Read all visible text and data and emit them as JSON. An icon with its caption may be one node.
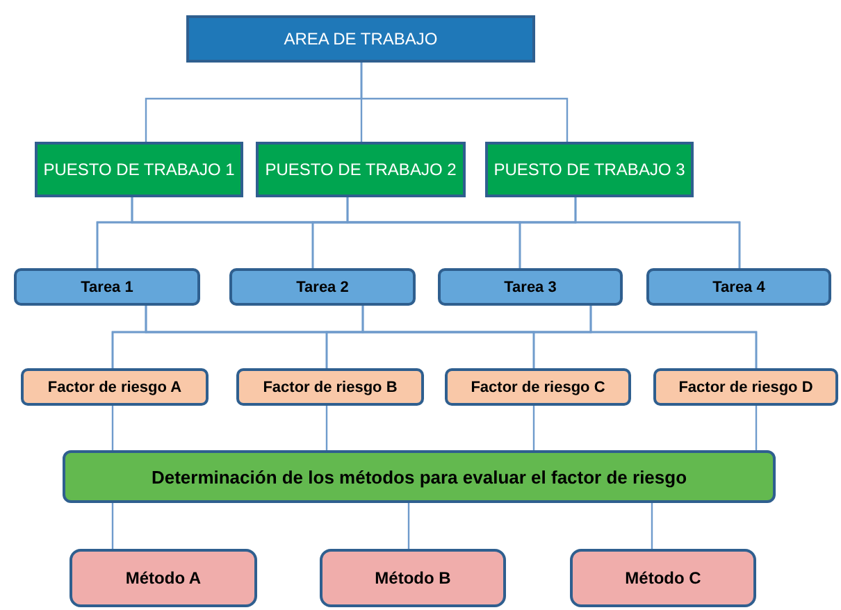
{
  "diagram": {
    "nodes": [
      {
        "text": [
          "AREA DE TRABAJO"
        ]
      },
      {
        "text": [
          "PUESTO DE TRABAJO 1"
        ]
      },
      {
        "text": [
          "PUESTO DE TRABAJO 2"
        ]
      },
      {
        "text": [
          "PUESTO DE TRABAJO 3"
        ]
      },
      {
        "text": [
          "Tarea 1"
        ]
      },
      {
        "text": [
          "Tarea 2"
        ]
      },
      {
        "text": [
          "Tarea 3"
        ]
      },
      {
        "text": [
          "Tarea 4"
        ]
      },
      {
        "text": [
          "Factor de riesgo A"
        ]
      },
      {
        "text": [
          "Factor de riesgo B"
        ]
      },
      {
        "text": [
          "Factor de riesgo C"
        ]
      },
      {
        "text": [
          "Factor de riesgo D"
        ]
      },
      {
        "text": [
          "Determinación de los métodos para evaluar el factor de riesgo"
        ]
      },
      {
        "text": [
          "Método A"
        ]
      },
      {
        "text": [
          "Método B"
        ]
      },
      {
        "text": [
          "Método C"
        ]
      }
    ],
    "edges": [
      {
        "from": 0,
        "to": 1,
        "arrow": "none"
      },
      {
        "from": 0,
        "to": 2,
        "arrow": "none"
      },
      {
        "from": 0,
        "to": 3,
        "arrow": "none"
      },
      {
        "from": 1,
        "to": 4,
        "arrow": "none"
      },
      {
        "from": 1,
        "to": 5,
        "arrow": "none"
      },
      {
        "from": 1,
        "to": 6,
        "arrow": "none"
      },
      {
        "from": 1,
        "to": 7,
        "arrow": "none"
      },
      {
        "from": 2,
        "to": 4,
        "arrow": "none"
      },
      {
        "from": 2,
        "to": 5,
        "arrow": "none"
      },
      {
        "from": 2,
        "to": 6,
        "arrow": "none"
      },
      {
        "from": 2,
        "to": 7,
        "arrow": "none"
      },
      {
        "from": 3,
        "to": 4,
        "arrow": "none"
      },
      {
        "from": 3,
        "to": 5,
        "arrow": "none"
      },
      {
        "from": 3,
        "to": 6,
        "arrow": "none"
      },
      {
        "from": 3,
        "to": 7,
        "arrow": "none"
      },
      {
        "from": 4,
        "to": 8,
        "arrow": "none"
      },
      {
        "from": 4,
        "to": 9,
        "arrow": "none"
      },
      {
        "from": 4,
        "to": 10,
        "arrow": "none"
      },
      {
        "from": 4,
        "to": 11,
        "arrow": "none"
      },
      {
        "from": 5,
        "to": 8,
        "arrow": "none"
      },
      {
        "from": 5,
        "to": 9,
        "arrow": "none"
      },
      {
        "from": 5,
        "to": 10,
        "arrow": "none"
      },
      {
        "from": 5,
        "to": 11,
        "arrow": "none"
      },
      {
        "from": 6,
        "to": 8,
        "arrow": "none"
      },
      {
        "from": 6,
        "to": 9,
        "arrow": "none"
      },
      {
        "from": 6,
        "to": 10,
        "arrow": "none"
      },
      {
        "from": 6,
        "to": 11,
        "arrow": "none"
      },
      {
        "from": 8,
        "to": 12,
        "arrow": "none"
      },
      {
        "from": 9,
        "to": 12,
        "arrow": "none"
      },
      {
        "from": 10,
        "to": 12,
        "arrow": "none"
      },
      {
        "from": 11,
        "to": 12,
        "arrow": "none"
      },
      {
        "from": 12,
        "to": 13,
        "arrow": "none"
      },
      {
        "from": 12,
        "to": 14,
        "arrow": "none"
      },
      {
        "from": 12,
        "to": 15,
        "arrow": "none"
      }
    ]
  }
}
